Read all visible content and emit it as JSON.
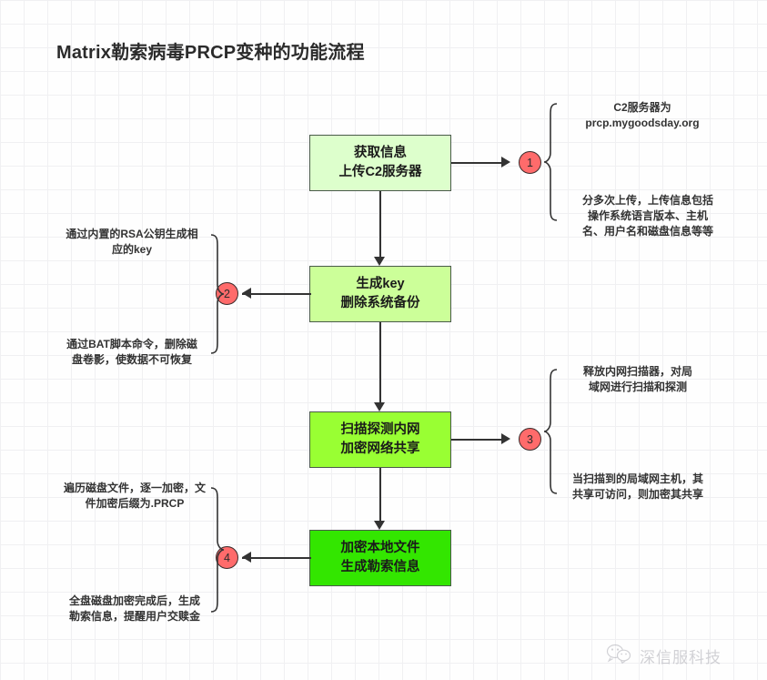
{
  "title": "Matrix勒索病毒PRCP变种的功能流程",
  "flow": {
    "steps": [
      {
        "badge": "1",
        "line1": "获取信息",
        "line2": "上传C2服务器",
        "color": "#ddffcc",
        "notes": [
          "C2服务器为\nprcp.mygoodsday.org",
          "分多次上传，上传信息包括\n操作系统语言版本、主机\n名、用户名和磁盘信息等等"
        ]
      },
      {
        "badge": "2",
        "line1": "生成key",
        "line2": "删除系统备份",
        "color": "#ccff99",
        "notes": [
          "通过内置的RSA公钥生成相\n应的key",
          "通过BAT脚本命令，删除磁\n盘卷影，使数据不可恢复"
        ]
      },
      {
        "badge": "3",
        "line1": "扫描探测内网",
        "line2": "加密网络共享",
        "color": "#99ff33",
        "notes": [
          "释放内网扫描器，对局\n域网进行扫描和探测",
          "当扫描到的局域网主机，其\n共享可访问，则加密其共享"
        ]
      },
      {
        "badge": "4",
        "line1": "加密本地文件",
        "line2": "生成勒索信息",
        "color": "#33e600",
        "notes": [
          "遍历磁盘文件，逐一加密，文\n件加密后缀为.PRCP",
          "全盘磁盘加密完成后，生成\n勒索信息，提醒用户交赎金"
        ]
      }
    ]
  },
  "watermark": {
    "label": "深信服科技",
    "icon": "wechat-logo-icon"
  },
  "colors": {
    "badge": "#ff6b6b",
    "connector": "#333333",
    "box_border": "#4a5a4a",
    "grid": "#e6e6ea"
  }
}
